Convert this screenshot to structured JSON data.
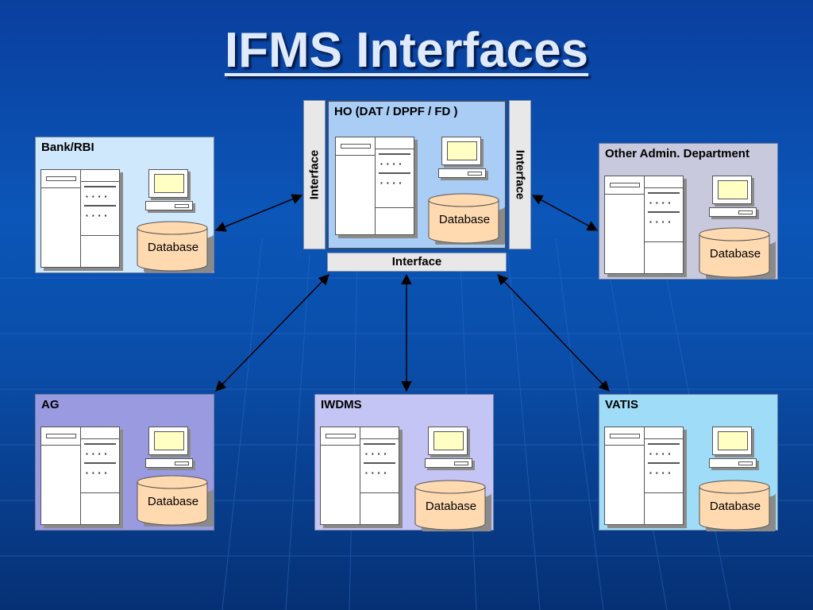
{
  "slide": {
    "title": "IFMS Interfaces"
  },
  "hub": {
    "label": "HO  (DAT / DPPF / FD )",
    "interface_left": "Interface",
    "interface_right": "Interface",
    "interface_bottom": "Interface",
    "database_label": "Database"
  },
  "nodes": [
    {
      "id": "bank",
      "label": "Bank/RBI",
      "database_label": "Database"
    },
    {
      "id": "other-admin",
      "label": "Other Admin. Department",
      "database_label": "Database"
    },
    {
      "id": "ag",
      "label": "AG",
      "database_label": "Database"
    },
    {
      "id": "iwdms",
      "label": "IWDMS",
      "database_label": "Database"
    },
    {
      "id": "vatis",
      "label": "VATIS",
      "database_label": "Database"
    }
  ],
  "colors": {
    "hub_fill": "#a9cdf5",
    "bank_fill": "#cfe8fb",
    "other_admin_fill": "#c9c9de",
    "ag_fill": "#9a9ae0",
    "iwdms_fill": "#c4c4f5",
    "vatis_fill": "#9fdcf7",
    "database_fill": "#ffd9b0",
    "monitor_screen": "#ffffc4"
  }
}
